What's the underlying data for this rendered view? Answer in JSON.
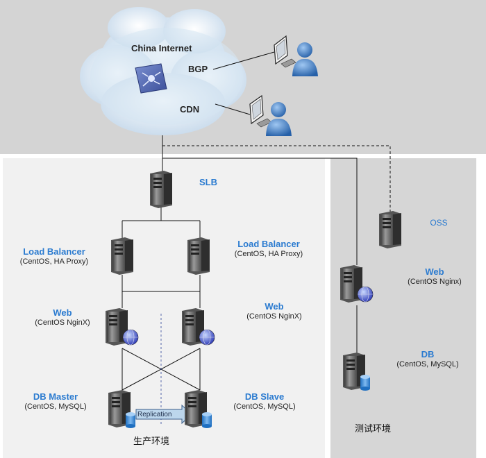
{
  "cloud": {
    "title": "China Internet",
    "bgp": "BGP",
    "cdn": "CDN"
  },
  "prod": {
    "slb": "SLB",
    "lb_left": {
      "title": "Load Balancer",
      "sub": "(CentOS, HA Proxy)"
    },
    "lb_right": {
      "title": "Load Balancer",
      "sub": "(CentOS, HA Proxy)"
    },
    "web_left": {
      "title": "Web",
      "sub": "(CentOS NginX)"
    },
    "web_right": {
      "title": "Web",
      "sub": "(CentOS NginX)"
    },
    "db_master": {
      "title": "DB Master",
      "sub": "(CentOS, MySQL)"
    },
    "db_slave": {
      "title": "DB  Slave",
      "sub": "(CentOS, MySQL)"
    },
    "replication": "Replication",
    "caption": "生产环境"
  },
  "test": {
    "oss": "OSS",
    "web": {
      "title": "Web",
      "sub": "(CentOS Nginx)"
    },
    "db": {
      "title": "DB",
      "sub": "(CentOS,  MySQL)"
    },
    "caption": "测试环境"
  },
  "colors": {
    "label_blue": "#2b7bd0",
    "cloud": "#cfe0ef",
    "top_bg": "#d4d4d4",
    "prod_bg": "#f1f1f1",
    "test_bg": "#d6d6d6"
  }
}
